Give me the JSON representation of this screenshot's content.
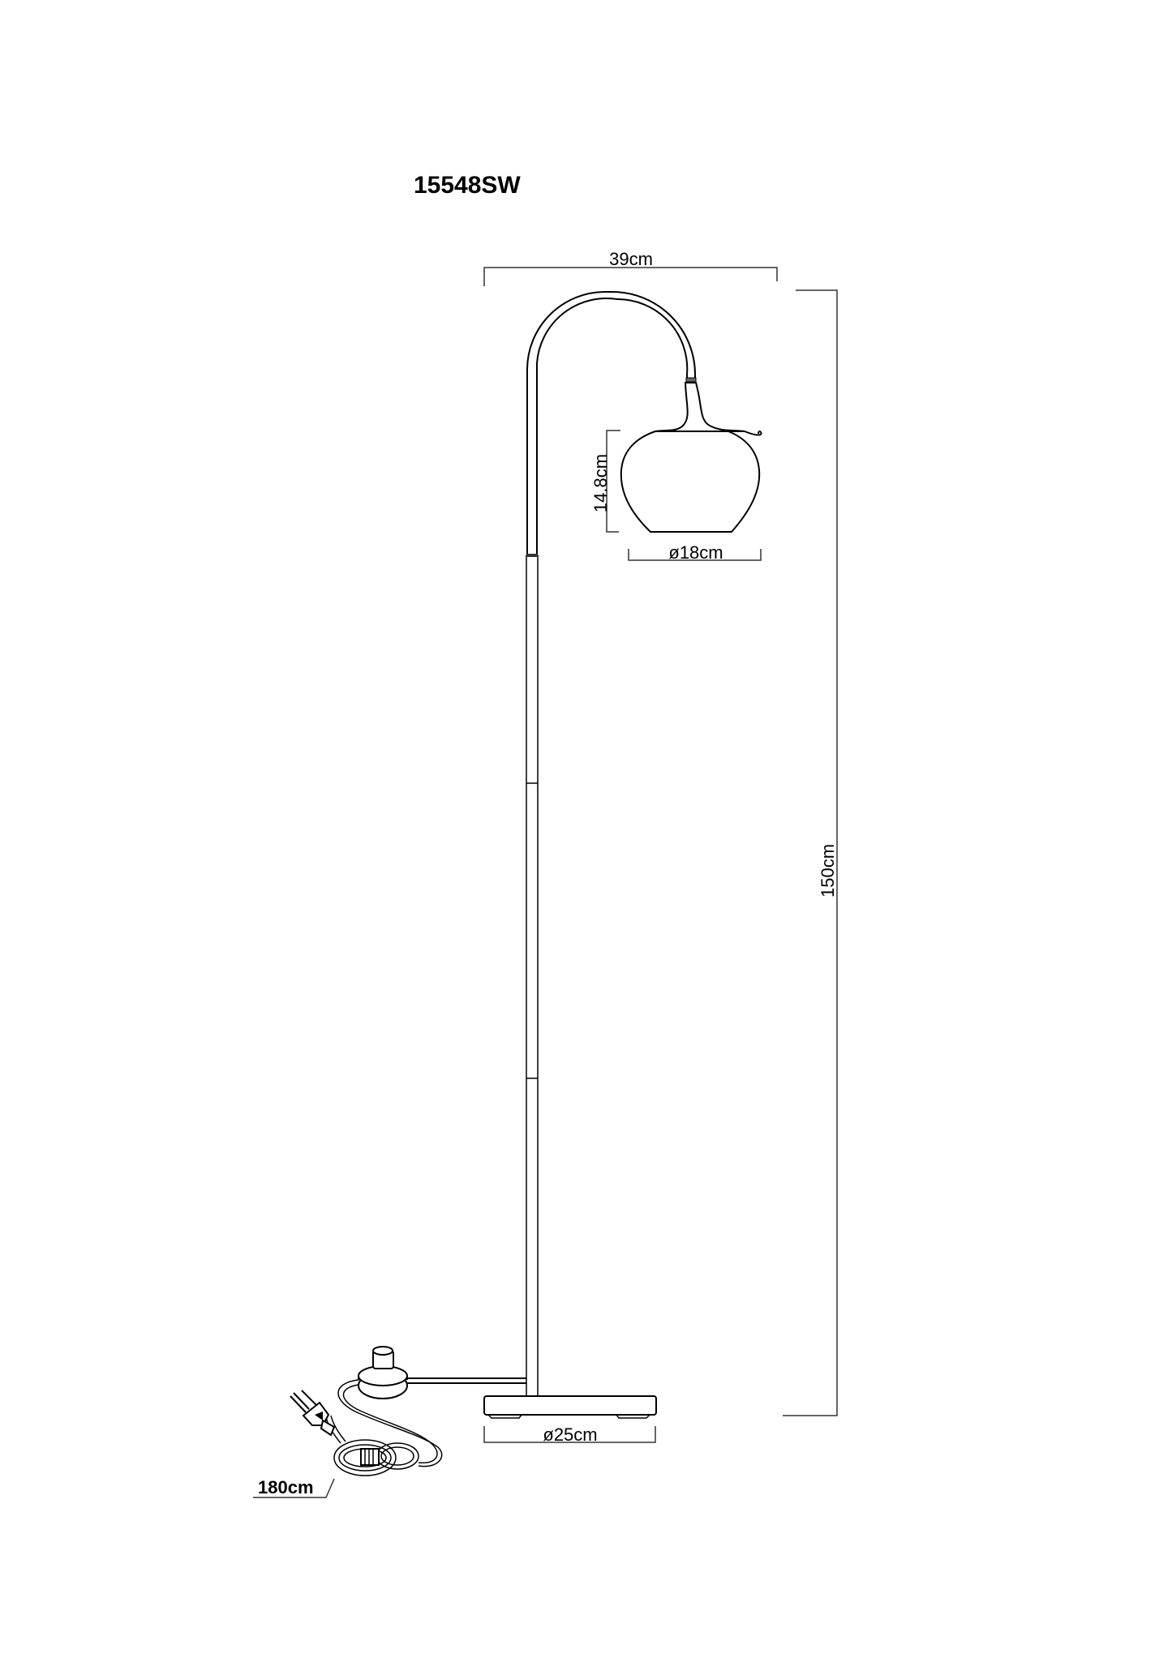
{
  "drawing": {
    "model_number": "15548SW",
    "type": "floor lamp dimension drawing",
    "dimensions": {
      "width": {
        "label": "39cm",
        "value": 39,
        "unit": "cm"
      },
      "height": {
        "label": "150cm",
        "value": 150,
        "unit": "cm"
      },
      "shade_height": {
        "label": "14.8cm",
        "value": 14.8,
        "unit": "cm"
      },
      "shade_diameter": {
        "label": "ø18cm",
        "value": 18,
        "unit": "cm"
      },
      "base_diameter": {
        "label": "ø25cm",
        "value": 25,
        "unit": "cm"
      },
      "cable_length": {
        "label": "180cm",
        "value": 180,
        "unit": "cm"
      }
    },
    "components": [
      "arched-arm",
      "glass-shade",
      "pole-segments",
      "round-base",
      "foot-switch",
      "power-cable",
      "euro-plug"
    ],
    "line_color": "#000000",
    "background_color": "#ffffff"
  }
}
